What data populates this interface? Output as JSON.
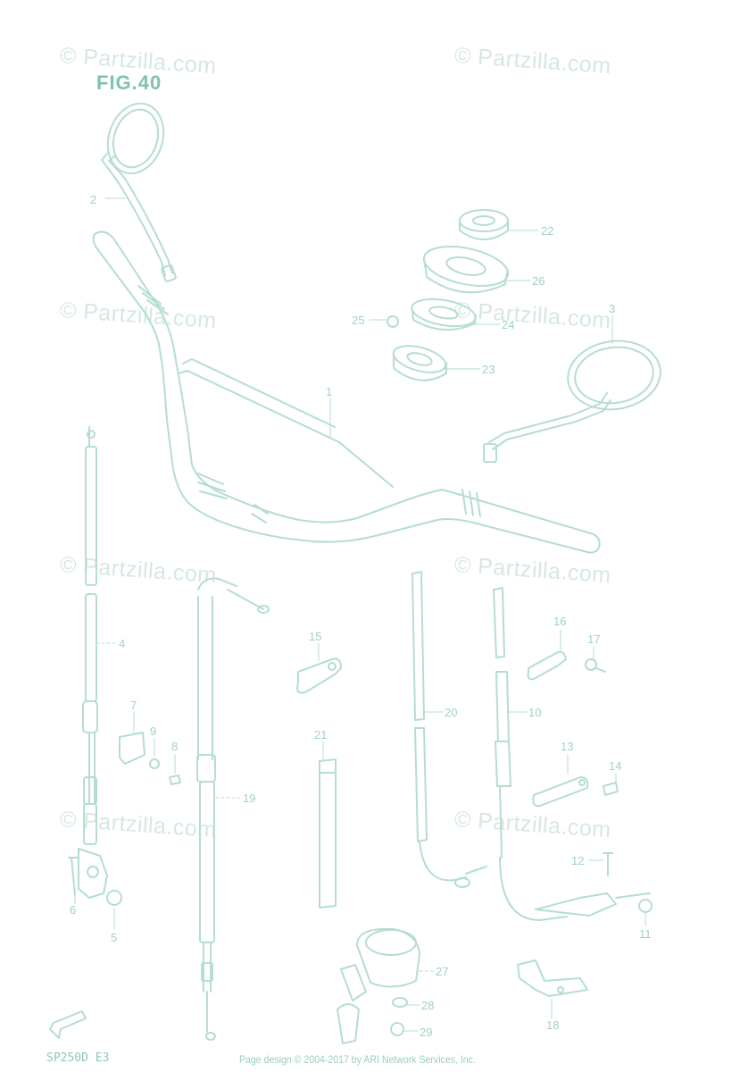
{
  "figure": {
    "title": "FIG.40",
    "model_code": "SP250D E3",
    "copyright": "Page design © 2004-2017 by ARI Network Services, Inc.",
    "watermark": "© Partzilla.com",
    "line_color": "#b5ddd0",
    "text_color": "#9fd2c1"
  },
  "callouts": {
    "c1": "1",
    "c2": "2",
    "c3": "3",
    "c4": "4",
    "c5": "5",
    "c6": "6",
    "c7": "7",
    "c8": "8",
    "c9": "9",
    "c10": "10",
    "c11": "11",
    "c12": "12",
    "c13": "13",
    "c14": "14",
    "c15": "15",
    "c16": "16",
    "c17": "17",
    "c18": "18",
    "c19": "19",
    "c20": "20",
    "c21": "21",
    "c22": "22",
    "c23": "23",
    "c24": "24",
    "c25": "25",
    "c26": "26",
    "c27": "27",
    "c28": "28",
    "c29": "29"
  }
}
